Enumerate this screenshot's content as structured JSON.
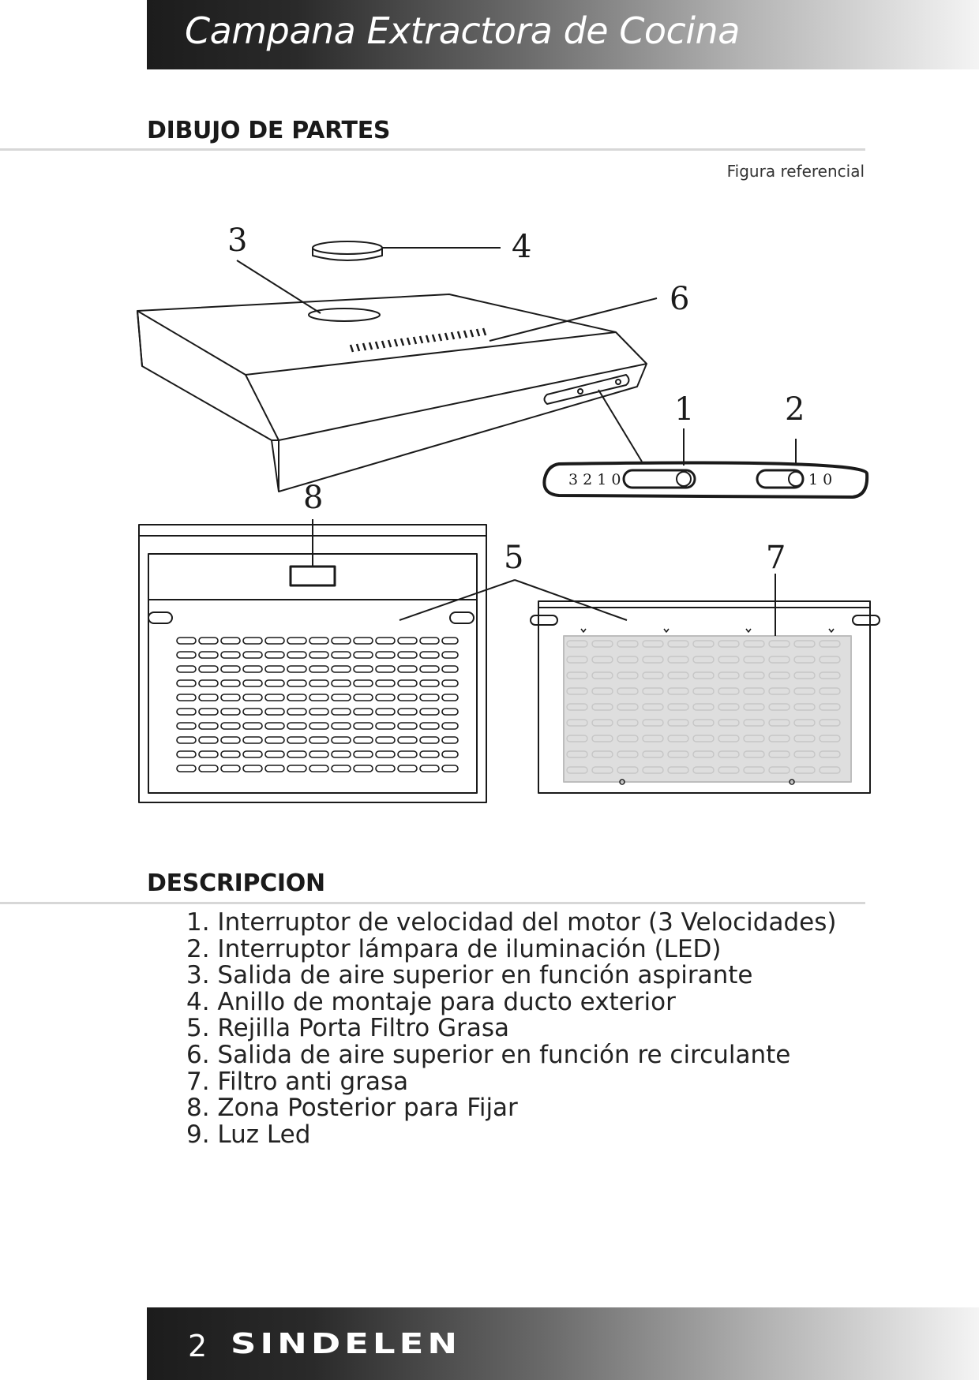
{
  "header": {
    "title": "Campana Extractora de Cocina"
  },
  "parts_section": {
    "heading": "DIBUJO DE PARTES",
    "caption": "Figura referencial",
    "callouts": {
      "c1": "1",
      "c2": "2",
      "c3": "3",
      "c4": "4",
      "c5": "5",
      "c6": "6",
      "c7": "7",
      "c8": "8"
    },
    "speed_switch_scale": "3 2 1 0",
    "light_switch_scale": "1 0"
  },
  "description_section": {
    "heading": "DESCRIPCION",
    "items": [
      "1. Interruptor de velocidad del motor (3 Velocidades)",
      "2. Interruptor lámpara de iluminación (LED)",
      "3. Salida de aire superior en función aspirante",
      "4. Anillo de montaje para ducto exterior",
      "5. Rejilla Porta Filtro Grasa",
      "6. Salida de aire superior en función re circulante",
      "7. Filtro anti grasa",
      "8. Zona Posterior para Fijar",
      "9. Luz Led"
    ]
  },
  "footer": {
    "page_number": "2",
    "brand": "SINDELEN"
  }
}
